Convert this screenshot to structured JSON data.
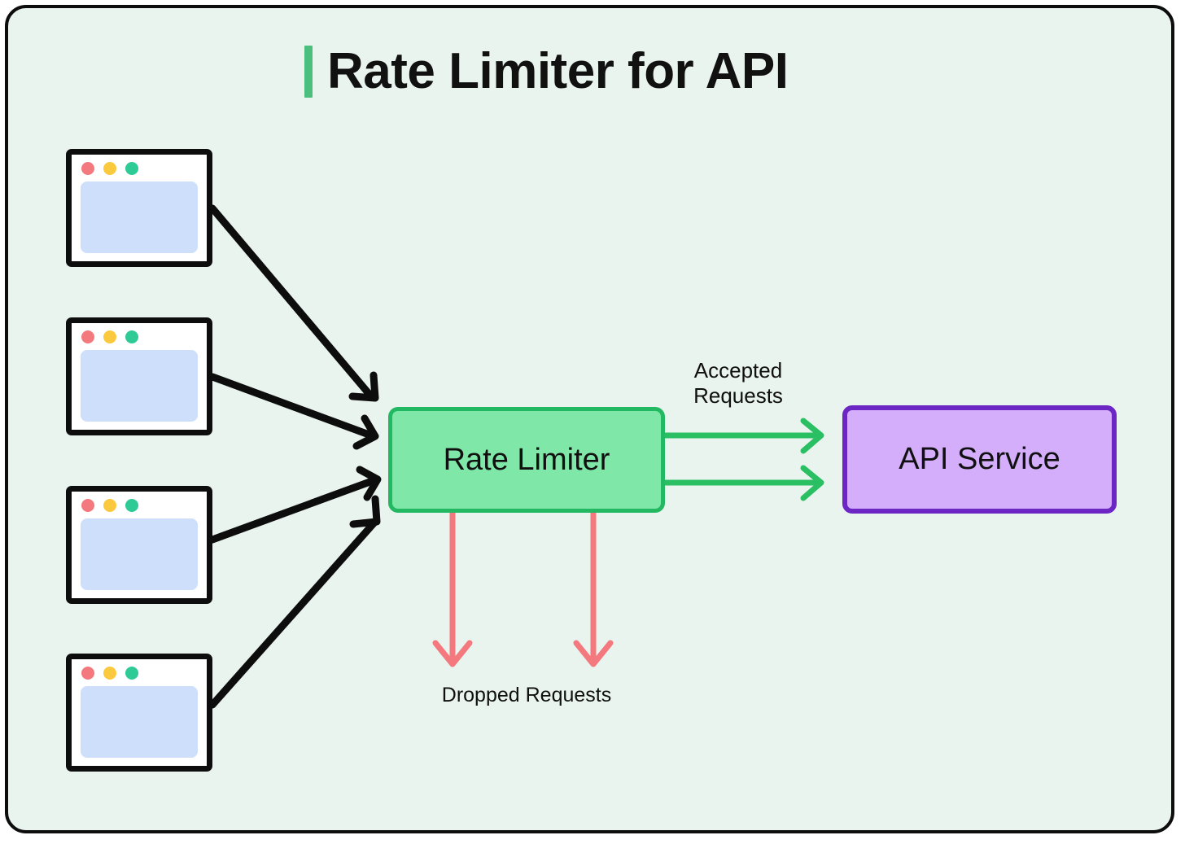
{
  "page": {
    "title": "Rate Limiter for API",
    "background_color": "#eaf4ef",
    "border_color": "#0d0d0d",
    "accent_color": "#4cbe7e"
  },
  "clients": [
    {
      "name": "client-window-1",
      "dots": [
        "red",
        "yellow",
        "green"
      ]
    },
    {
      "name": "client-window-2",
      "dots": [
        "red",
        "yellow",
        "green"
      ]
    },
    {
      "name": "client-window-3",
      "dots": [
        "red",
        "yellow",
        "green"
      ]
    },
    {
      "name": "client-window-4",
      "dots": [
        "red",
        "yellow",
        "green"
      ]
    }
  ],
  "nodes": {
    "rate_limiter": {
      "label": "Rate Limiter",
      "fill": "#7fe8a8",
      "stroke": "#23b862"
    },
    "api_service": {
      "label": "API Service",
      "fill": "#d4aefb",
      "stroke": "#6b26c4"
    }
  },
  "edges": {
    "accepted_label": "Accepted\nRequests",
    "accepted_color": "#2bbf63",
    "accepted_count": 2,
    "dropped_label": "Dropped Requests",
    "dropped_color": "#f4797e",
    "dropped_count": 2,
    "request_color": "#0d0d0d",
    "request_count": 4
  },
  "colors": {
    "dot_red": "#f4797e",
    "dot_yellow": "#fbc93d",
    "dot_green": "#2ecb97",
    "window_body": "#cddffb"
  }
}
